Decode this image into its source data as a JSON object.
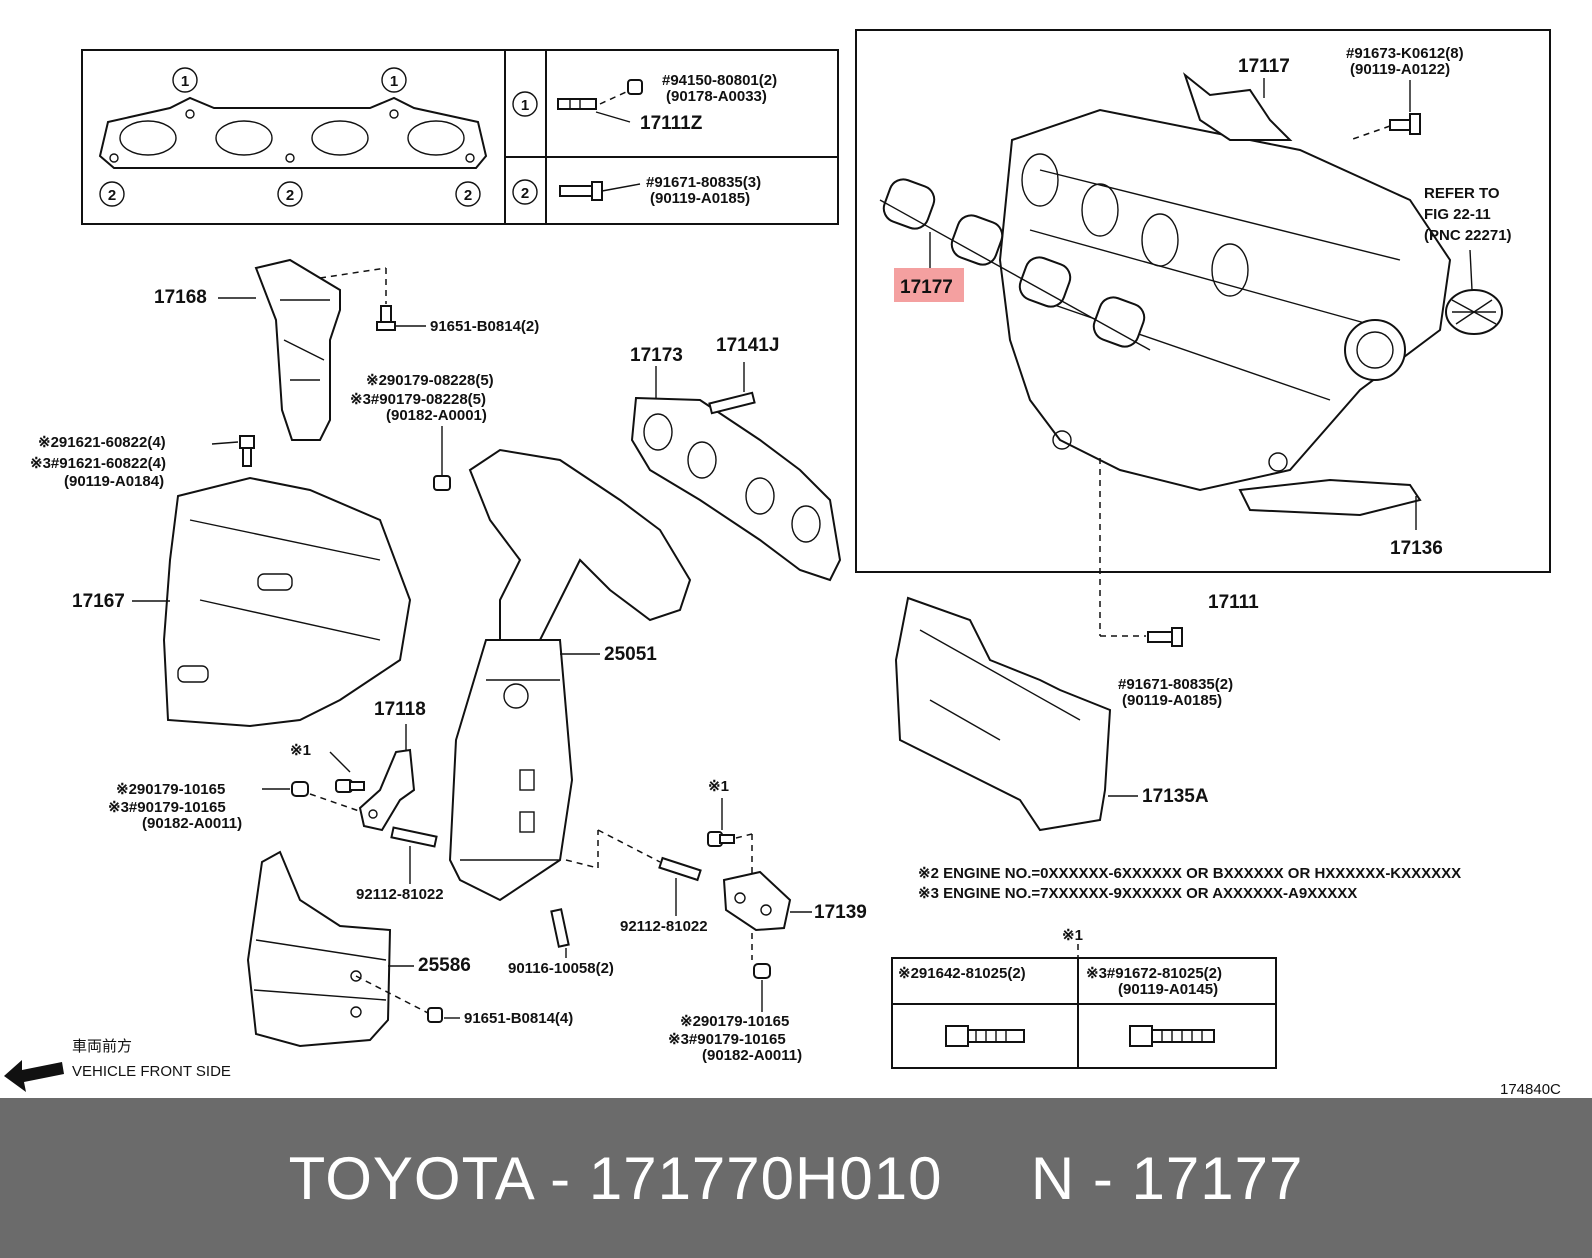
{
  "diagram": {
    "parts": {
      "p17168": "17168",
      "p17167": "17167",
      "p17173": "17173",
      "p17141J": "17141J",
      "p25051": "25051",
      "p17118": "17118",
      "p25586": "25586",
      "p17139": "17139",
      "p17117": "17117",
      "p17177": "17177",
      "p17136": "17136",
      "p17111": "17111",
      "p17135A": "17135A",
      "p17111Z": "17111Z"
    },
    "callouts": {
      "c1a": "#94150-80801(2)",
      "c1b": "(90178-A0033)",
      "c2a": "#91671-80835(3)",
      "c2b": "(90119-A0185)",
      "c3": "91651-B0814(2)",
      "c4a": "※290179-08228(5)",
      "c4b": "※3#90179-08228(5)",
      "c4c": "(90182-A0001)",
      "c5a": "※291621-60822(4)",
      "c5b": "※3#91621-60822(4)",
      "c5c": "(90119-A0184)",
      "c6": "※1",
      "c7a": "※290179-10165",
      "c7b": "※3#90179-10165",
      "c7c": "(90182-A0011)",
      "c8": "92112-81022",
      "c9": "92112-81022",
      "c10": "90116-10058(2)",
      "c11": "91651-B0814(4)",
      "c12": "※1",
      "c13a": "※290179-10165",
      "c13b": "※3#90179-10165",
      "c13c": "(90182-A0011)",
      "c14a": "#91673-K0612(8)",
      "c14b": "(90119-A0122)",
      "c15a": "REFER TO",
      "c15b": "FIG 22-11",
      "c15c": "(PNC 22271)",
      "c16a": "#91671-80835(2)",
      "c16b": "(90119-A0185)"
    },
    "notes": {
      "n2": "※2 ENGINE NO.=0XXXXXX-6XXXXXX OR BXXXXXX OR HXXXXXX-KXXXXXX",
      "n3": "※3 ENGINE NO.=7XXXXXX-9XXXXXX OR AXXXXXX-A9XXXXX"
    },
    "bolt_table": {
      "top_mark": "※1",
      "left_header": "※291642-81025(2)",
      "right_header_a": "※3#91672-81025(2)",
      "right_header_b": "(90119-A0145)"
    },
    "gasket_box": {
      "mark1": "1",
      "mark2": "2"
    },
    "vehicle_front": {
      "jp": "車両前方",
      "en": "VEHICLE FRONT SIDE"
    },
    "figure_code": "174840C",
    "highlight_color": "#f4a0a0"
  },
  "footer": {
    "text": "TOYOTA - 171770H010     N - 17177"
  }
}
